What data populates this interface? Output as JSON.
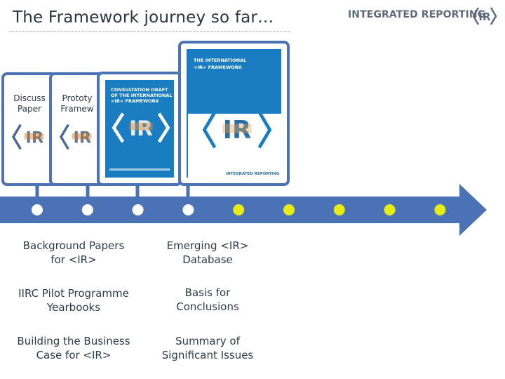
{
  "header": {
    "title": "The Framework journey so far…",
    "logo_text": "INTEGRATED REPORTING",
    "logo_mark": "<IR>"
  },
  "documents": [
    {
      "label_line1": "Discuss",
      "label_line2": "Paper",
      "mark": "<IR>"
    },
    {
      "label_line1": "Prototy",
      "label_line2": "Framew",
      "mark": "<IR>"
    },
    {
      "cover_line1": "CONSULTATION DRAFT",
      "cover_line2": "OF THE INTERNATIONAL",
      "cover_line3": "<IR> FRAMEWORK",
      "mark": "<IR>"
    },
    {
      "cover_line1": "THE INTERNATIONAL",
      "cover_line2": "<IR> FRAMEWORK",
      "footer": "INTEGRATED REPORTING",
      "mark": "<IR>"
    }
  ],
  "timeline": {
    "dots": [
      {
        "status": "completed",
        "color": "#ffffff"
      },
      {
        "status": "completed",
        "color": "#ffffff"
      },
      {
        "status": "completed",
        "color": "#ffffff"
      },
      {
        "status": "completed",
        "color": "#ffffff"
      },
      {
        "status": "upcoming",
        "color": "#e6ec14"
      },
      {
        "status": "upcoming",
        "color": "#e6ec14"
      },
      {
        "status": "upcoming",
        "color": "#e6ec14"
      },
      {
        "status": "upcoming",
        "color": "#e6ec14"
      },
      {
        "status": "upcoming",
        "color": "#e6ec14"
      }
    ],
    "arrow_color": "#4a72b5"
  },
  "outputs": {
    "left": [
      {
        "line1": "Background Papers",
        "line2": "for <IR>"
      },
      {
        "line1": "IIRC Pilot Programme",
        "line2": "Yearbooks"
      },
      {
        "line1": "Building the Business",
        "line2": "Case for <IR>"
      }
    ],
    "right": [
      {
        "line1": "Emerging <IR>",
        "line2": "Database"
      },
      {
        "line1": "Basis for",
        "line2": "Conclusions"
      },
      {
        "line1": "Summary of",
        "line2": "Significant Issues"
      }
    ]
  }
}
